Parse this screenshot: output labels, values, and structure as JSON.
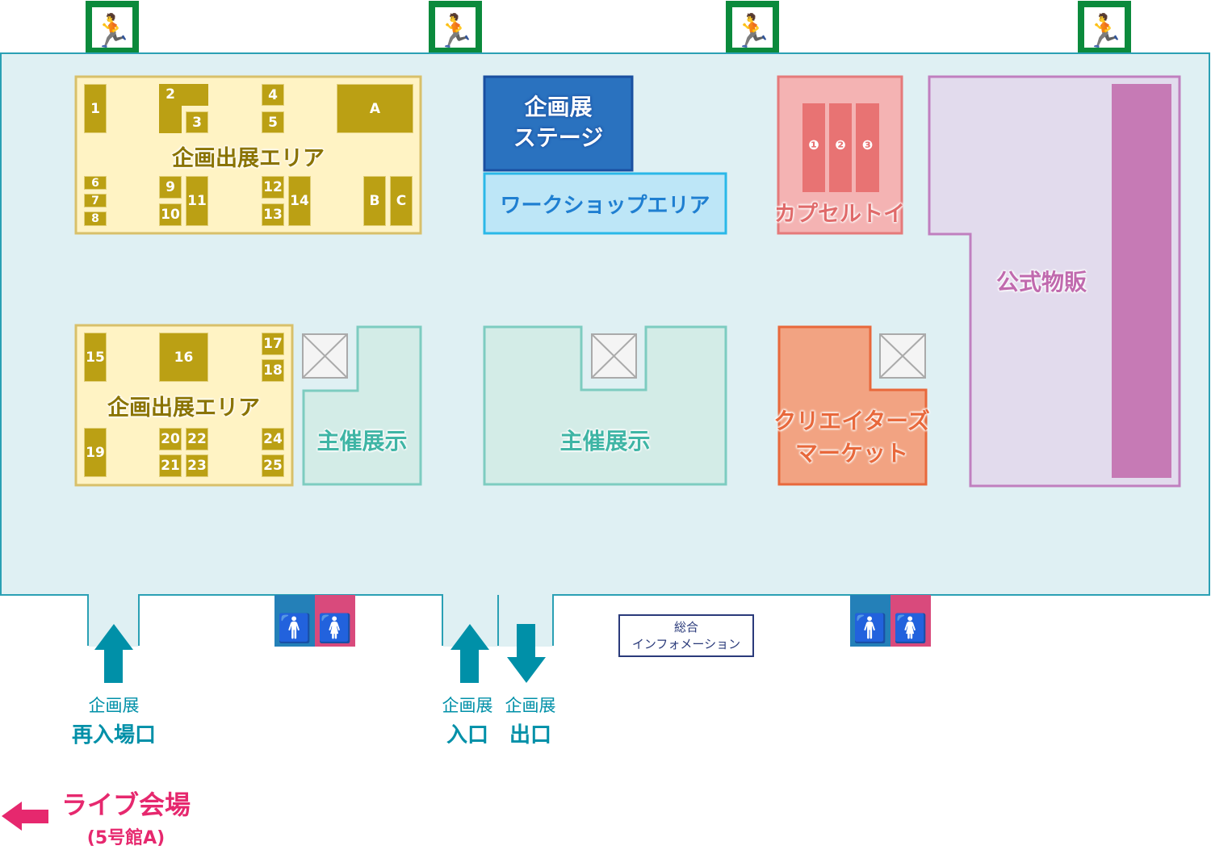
{
  "planning_area_1": {
    "label": "企画出展エリア",
    "booths": [
      "1",
      "2",
      "3",
      "4",
      "5",
      "A",
      "6",
      "7",
      "8",
      "9",
      "10",
      "11",
      "12",
      "13",
      "14",
      "B",
      "C"
    ]
  },
  "planning_area_2": {
    "label": "企画出展エリア",
    "booths": [
      "15",
      "16",
      "17",
      "18",
      "19",
      "20",
      "22",
      "21",
      "23",
      "24",
      "25"
    ]
  },
  "stage": {
    "label_line1": "企画展",
    "label_line2": "ステージ"
  },
  "workshop": {
    "label": "ワークショップエリア"
  },
  "capsule": {
    "label": "カプセルトイ",
    "machines": [
      "❶",
      "❷",
      "❸"
    ]
  },
  "official_sales": {
    "label": "公式物販"
  },
  "organizer_display_1": {
    "label": "主催展示"
  },
  "organizer_display_2": {
    "label": "主催展示"
  },
  "creators_market": {
    "label_line1": "クリエイターズ",
    "label_line2": "マーケット"
  },
  "info": {
    "line1": "総合",
    "line2": "インフォメーション"
  },
  "reentry": {
    "line1": "企画展",
    "line2": "再入場口"
  },
  "entrance": {
    "line1": "企画展",
    "line2": "入口"
  },
  "exit": {
    "line1": "企画展",
    "line2": "出口"
  },
  "live_venue": {
    "line1": "ライブ会場",
    "line2": "(5号館A)"
  },
  "colors": {
    "floor": "#dff0f3",
    "wall": "#2aa0b4",
    "arrow": "#0090a8",
    "live": "#e6286e"
  }
}
